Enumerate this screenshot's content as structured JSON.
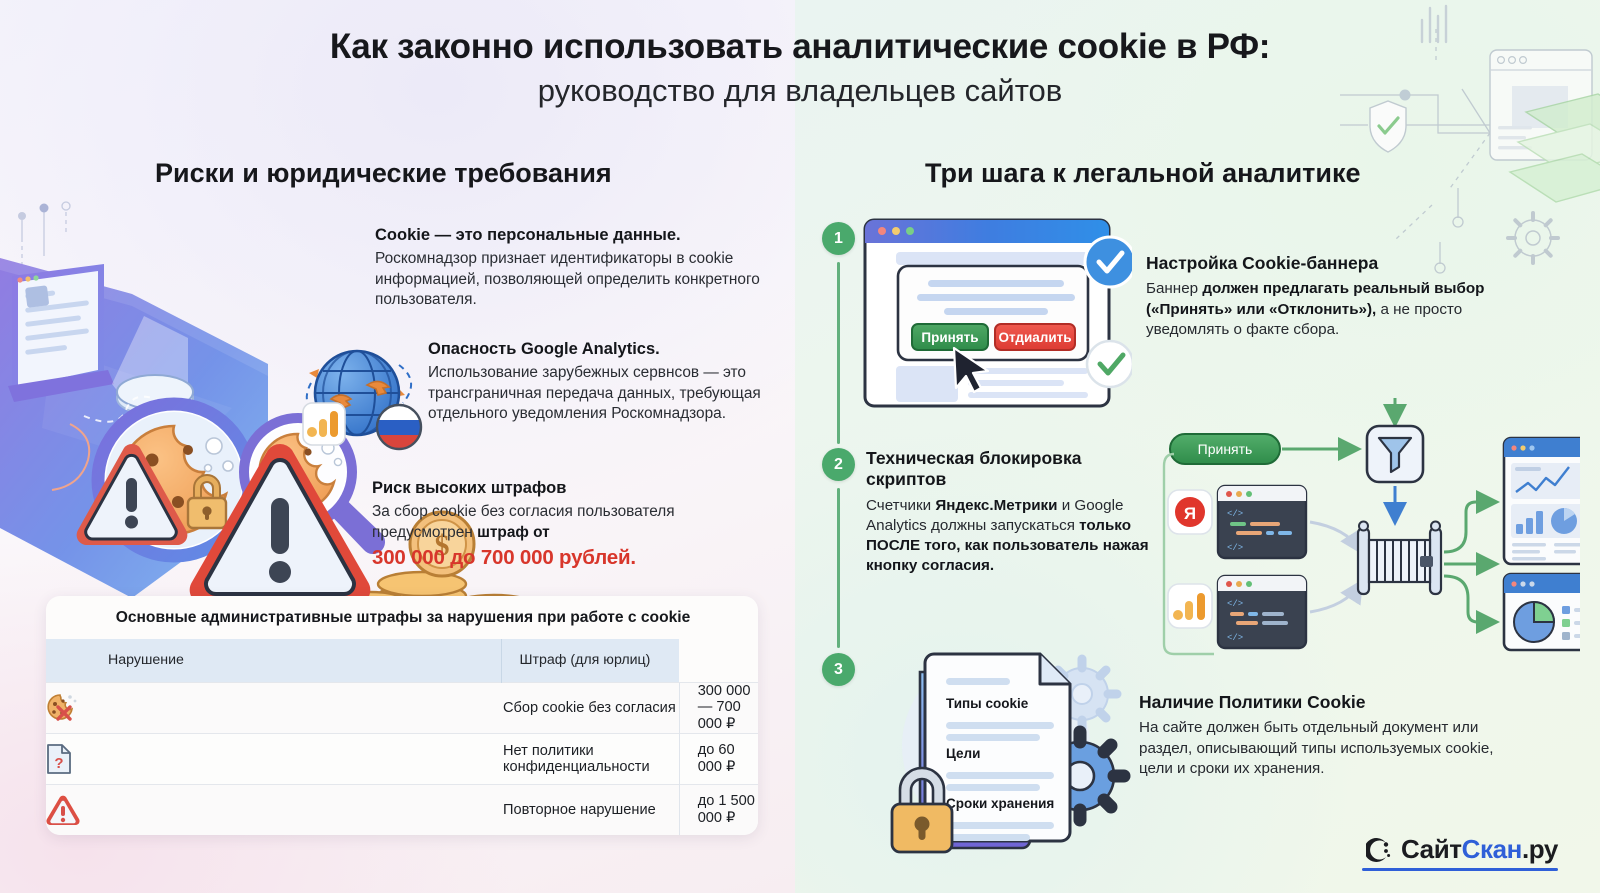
{
  "title": {
    "main": "Как законно использовать аналитические cookie в РФ:",
    "sub": "руководство для владельцев сайтов"
  },
  "columns": {
    "left_heading": "Риски и юридические требования",
    "right_heading": "Три шага к легальной аналитике"
  },
  "risks": [
    {
      "title": "Cookie — это персональные данные.",
      "body": "Роскомнадзор признает идентификаторы в cookie информацией, позволяющей определить конкретного пользователя."
    },
    {
      "title": "Опасность Google Analytics.",
      "body": "Использование зарубежных сервнсов — это трансграничная передача данных, требующая отдельного уведомления Роскомнадзора."
    },
    {
      "title": "Риск высоких штрафов",
      "body_pre": "За сбор cookie без согласия пользователя предусмотрен ",
      "body_bold": "штраф от",
      "amount": "300 000 до 700 000 рублей."
    }
  ],
  "table": {
    "caption": "Основные административные штрафы за нарушения при работе с cookie",
    "headers": [
      "Нарушение",
      "Штраф (для юрлиц)"
    ],
    "rows": [
      {
        "icon": "cookie-blocked-icon",
        "name": "Сбор cookie без согласия",
        "value": "300 000 — 700 000 ₽"
      },
      {
        "icon": "document-question-icon",
        "name": "Нет политики конфиденциальности",
        "value": "до 60 000 ₽"
      },
      {
        "icon": "warning-triangle-icon",
        "name": "Повторное нарушение",
        "value": "до 1 500 000 ₽"
      }
    ]
  },
  "steps": [
    {
      "number": "1",
      "title": "Настройка Cookie-баннера",
      "body_parts": [
        {
          "text": "Баннер ",
          "bold": false
        },
        {
          "text": "должен предлагать реальный выбор («Принять» или «Отклонить»),",
          "bold": true
        },
        {
          "text": " а не просто уведомлять о факте сбора.",
          "bold": false
        }
      ]
    },
    {
      "number": "2",
      "title": "Техническая блокировка скриптов",
      "body_parts": [
        {
          "text": "Счетчики ",
          "bold": false
        },
        {
          "text": "Яндекс.Метрики",
          "bold": true
        },
        {
          "text": " и Google Analytics должны запускаться ",
          "bold": false
        },
        {
          "text": "только ПОСЛЕ того, как пользователь нажая кнопку согласия.",
          "bold": true
        }
      ]
    },
    {
      "number": "3",
      "title": "Наличие Политики Cookie",
      "body_parts": [
        {
          "text": "На сайте должен быть отдельный документ или раздел, описывающий типы используемых cookie, цели и сроки их хранения.",
          "bold": false
        }
      ]
    }
  ],
  "illustrations": {
    "banner_mock": {
      "accept_button": "Принять",
      "decline_button": "Отдиалить"
    },
    "flow": {
      "accept_chip": "Принять"
    },
    "policy_doc": {
      "line1": "Типы cookie",
      "line2": "Цели",
      "line3": "Сроки хранения"
    }
  },
  "logo": {
    "part1": "Сайт",
    "part2": "Скан",
    "part3": ".ру"
  },
  "colors": {
    "accent_green": "#4aa96c",
    "accent_blue": "#2f5fd8",
    "danger_red": "#d8362b",
    "table_header": "#dfe9f4"
  }
}
